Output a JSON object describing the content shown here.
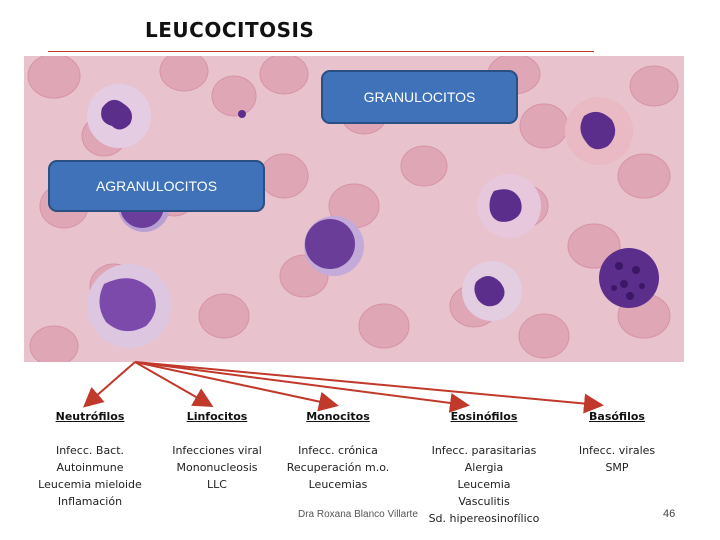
{
  "slide": {
    "title": "LEUCOCITOSIS",
    "callout_granulocitos": "GRANULOCITOS",
    "callout_agranulocitos": "AGRANULOCITOS",
    "footer": "Dra Roxana Blanco Villarte",
    "page_number": "46"
  },
  "columns": [
    {
      "header": "Neutrófilos",
      "lines": [
        "Infecc. Bact.",
        "Autoinmune",
        "Leucemia mieloide",
        "Inflamación"
      ]
    },
    {
      "header": "Linfocitos",
      "lines": [
        "Infecciones viral",
        "Mononucleosis",
        "LLC"
      ]
    },
    {
      "header": "Monocitos",
      "lines": [
        "Infecc. crónica",
        "Recuperación m.o.",
        "Leucemias"
      ]
    },
    {
      "header": "Eosinófilos",
      "lines": [
        "Infecc. parasitarias",
        "Alergia",
        "Leucemia",
        "Vasculitis",
        "Sd. hipereosinofílico"
      ]
    },
    {
      "header": "Basófilos",
      "lines": [
        "Infecc. virales",
        "SMP"
      ]
    }
  ],
  "colors": {
    "callout_fill": "#3f72b8",
    "arrow": "#c0392b",
    "smear_background": "#e9c3cf",
    "nucleus": "#5b2e8c"
  }
}
